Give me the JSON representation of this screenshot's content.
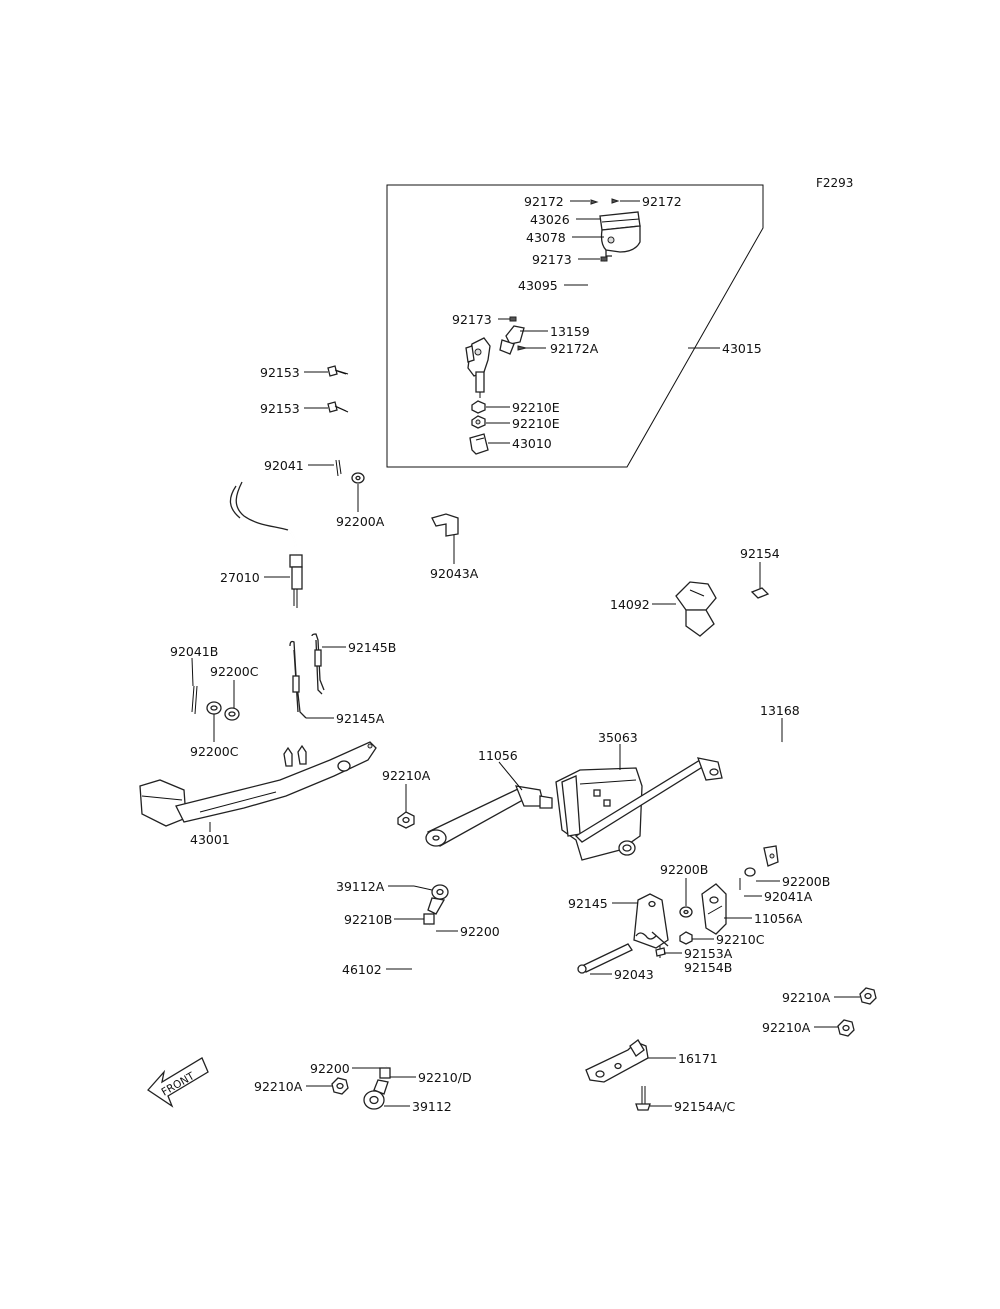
{
  "figure_ref": "F2293",
  "front_label": "FRONT",
  "labels": {
    "l92172a": "92172",
    "l92172b": "92172",
    "l43026": "43026",
    "l43078": "43078",
    "l92173a": "92173",
    "l43095": "43095",
    "l92173b": "92173",
    "l13159": "13159",
    "l92172A": "92172A",
    "l43015": "43015",
    "l92210Ea": "92210E",
    "l92210Eb": "92210E",
    "l43010": "43010",
    "l92153a": "92153",
    "l92153b": "92153",
    "l92041": "92041",
    "l92200A": "92200A",
    "l27010": "27010",
    "l92043A": "92043A",
    "l92154": "92154",
    "l14092": "14092",
    "l92041B": "92041B",
    "l92200Ca": "92200C",
    "l92200Cb": "92200C",
    "l92145B": "92145B",
    "l92145A": "92145A",
    "l43001": "43001",
    "l92210A1": "92210A",
    "l11056": "11056",
    "l35063": "35063",
    "l13168": "13168",
    "l92200Ba": "92200B",
    "l92200Bb": "92200B",
    "l92041A": "92041A",
    "l11056A": "11056A",
    "l92145": "92145",
    "l92210C": "92210C",
    "l92153A": "92153A",
    "l92154B": "92154B",
    "l92043": "92043",
    "l39112A": "39112A",
    "l92210B": "92210B",
    "l92200a": "92200",
    "l46102": "46102",
    "l92200b": "92200",
    "l92210D": "92210/D",
    "l92210A2": "92210A",
    "l39112": "39112",
    "l92210A3": "92210A",
    "l92210A4": "92210A",
    "l16171": "16171",
    "l92154AC": "92154A/C"
  }
}
